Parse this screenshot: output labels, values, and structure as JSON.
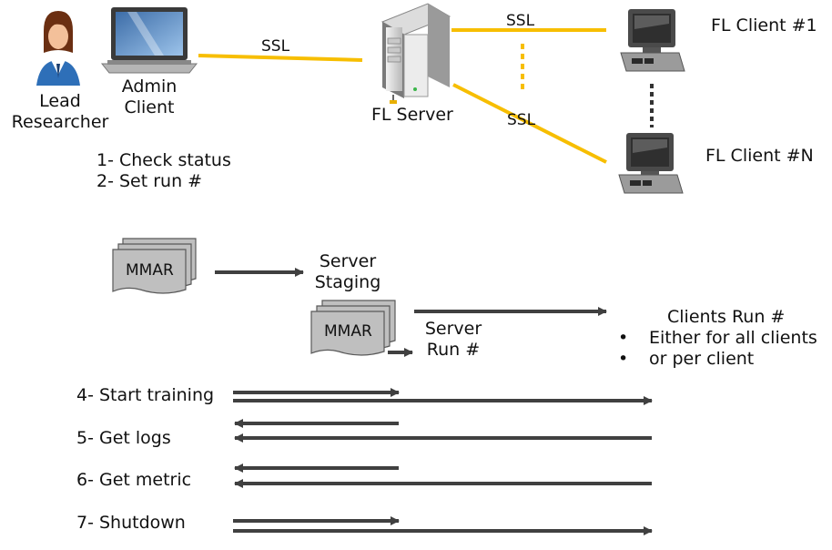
{
  "actors": {
    "lead_line1": "Lead",
    "lead_line2": "Researcher",
    "admin_line1": "Admin",
    "admin_line2": "Client",
    "server": "FL Server",
    "client1": "FL Client #1",
    "clientN": "FL Client #N"
  },
  "links": {
    "ssl": "SSL"
  },
  "admin_steps": [
    "1- Check status",
    "2- Set run #"
  ],
  "staging": {
    "mmar": "MMAR",
    "server_staging_line1": "Server",
    "server_staging_line2": "Staging",
    "server_run_line1": "Server",
    "server_run_line2": "Run #",
    "clients_run": "Clients Run #",
    "clients_run_bullets": [
      "Either for all clients",
      "or per client"
    ]
  },
  "commands": [
    "4- Start training",
    "5- Get logs",
    "6- Get metric",
    "7- Shutdown"
  ],
  "colors": {
    "ssl_line": "#F7BE00",
    "arrow": "#404040",
    "doc_fill": "#BFBFBF",
    "doc_stroke": "#595959"
  }
}
